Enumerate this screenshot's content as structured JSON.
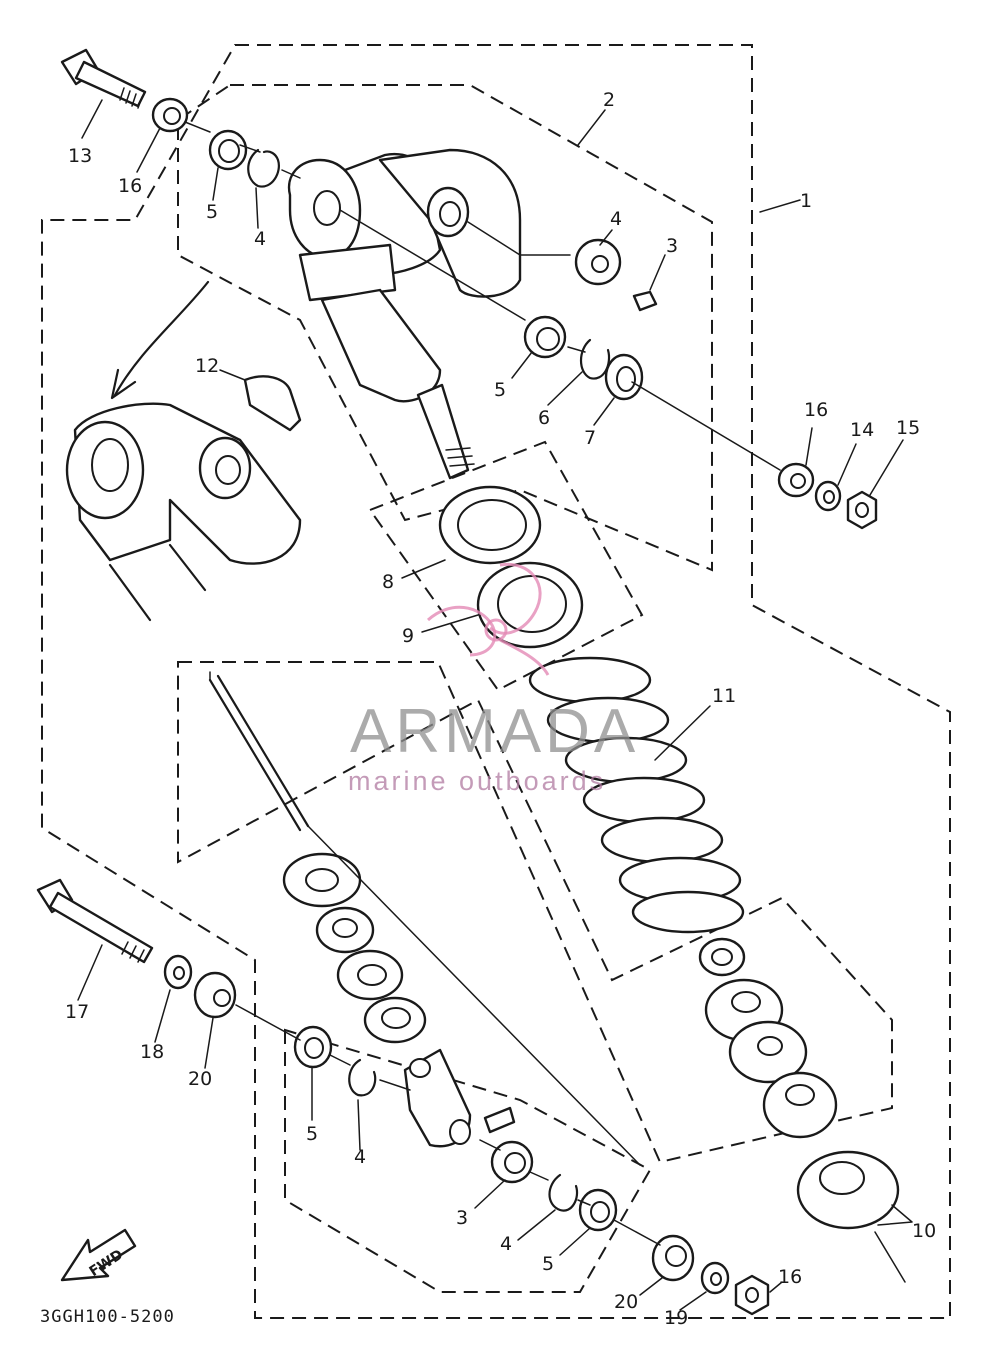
{
  "diagram": {
    "drawing_code": "3GGH100-5200",
    "fwd_label": "FWD",
    "callouts": {
      "c1": "1",
      "c2": "2",
      "c3a": "3",
      "c3b": "3",
      "c4a": "4",
      "c4b": "4",
      "c4c": "4",
      "c4d": "4",
      "c5a": "5",
      "c5b": "5",
      "c5c": "5",
      "c5d": "5",
      "c6": "6",
      "c7": "7",
      "c8": "8",
      "c9": "9",
      "c10": "10",
      "c11": "11",
      "c12": "12",
      "c13": "13",
      "c14": "14",
      "c15": "15",
      "c16a": "16",
      "c16b": "16",
      "c16c": "16",
      "c17": "17",
      "c18": "18",
      "c19": "19",
      "c20a": "20",
      "c20b": "20"
    }
  },
  "watermark": {
    "brand": "ARMADA",
    "tagline": "marine outboards",
    "logo_color": "#e48ab5"
  }
}
